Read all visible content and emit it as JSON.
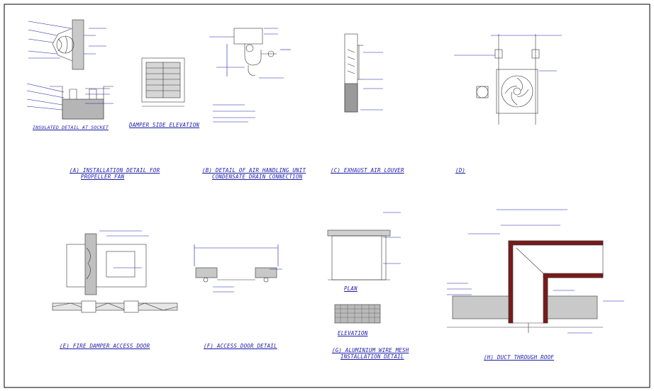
{
  "sheet": {
    "title_A1": "(A) INSTALLATION DETAIL FOR",
    "title_A2": "PROPELLER FAN",
    "title_damper": "DAMPER SIDE ELEVATION",
    "title_insulated": "INSULATED DETAIL AT SOCKET",
    "title_B1": "(B) DETAIL OF AIR HANDLING UNIT",
    "title_B2": "CONDENSATE DRAIN CONNECTION",
    "title_C": "(C) EXHAUST AIR LOUVER",
    "title_D1": "(D)",
    "title_E": "(E)  FIRE DAMPER ACCESS DOOR",
    "title_F": "(F)   ACCESS DOOR DETAIL",
    "title_G1": "(G) ALUMINIUM WIRE MESH",
    "title_G2": "INSTALLATION DETAIL",
    "title_plan": "PLAN",
    "title_elevation": "ELEVATION",
    "title_H": "(H) DUCT THROUGH ROOF"
  },
  "colors": {
    "line": "#1a1aa8",
    "dark": "#000000",
    "accent": "#b02020",
    "fill": "#7a1a1a"
  }
}
